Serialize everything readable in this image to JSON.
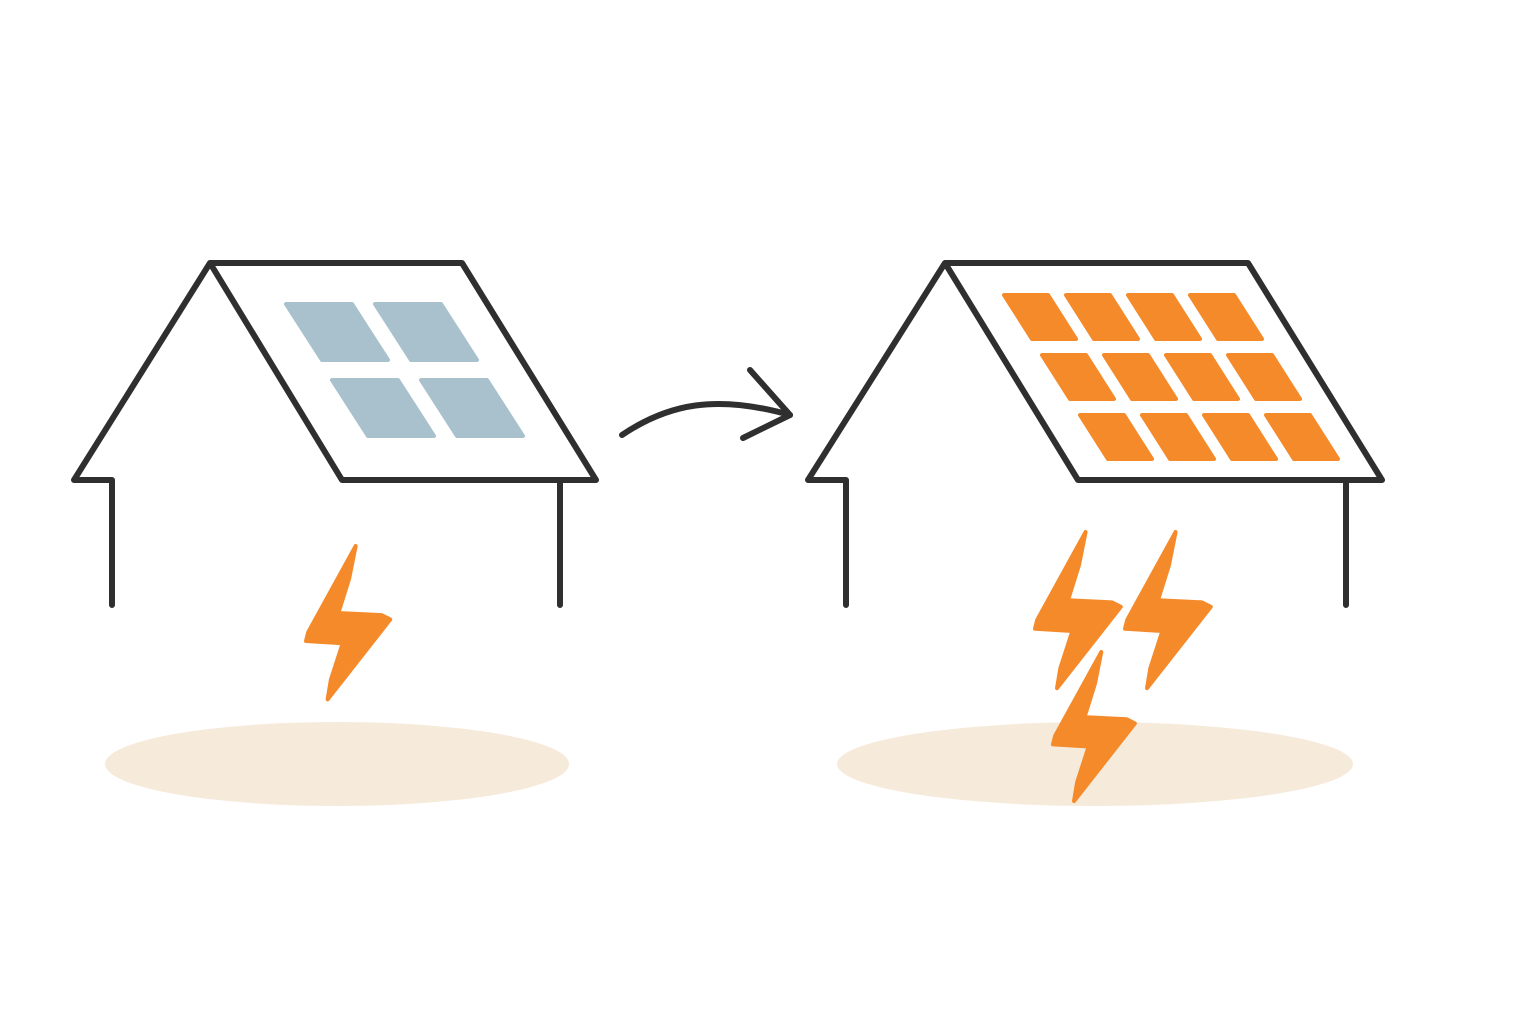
{
  "colors": {
    "background": "#ffffff",
    "outline": "#2f2f2f",
    "panel_before": "#a8c1cd",
    "panel_after": "#f58a2a",
    "bolt": "#f58a2a",
    "ground_shadow": "#f6eadb"
  },
  "before": {
    "panel_rows": 2,
    "panel_cols": 2,
    "bolt_count": 1
  },
  "after": {
    "panel_rows": 3,
    "panel_cols": 4,
    "bolt_count": 3
  },
  "transition": {
    "icon": "arrow-right-icon"
  }
}
